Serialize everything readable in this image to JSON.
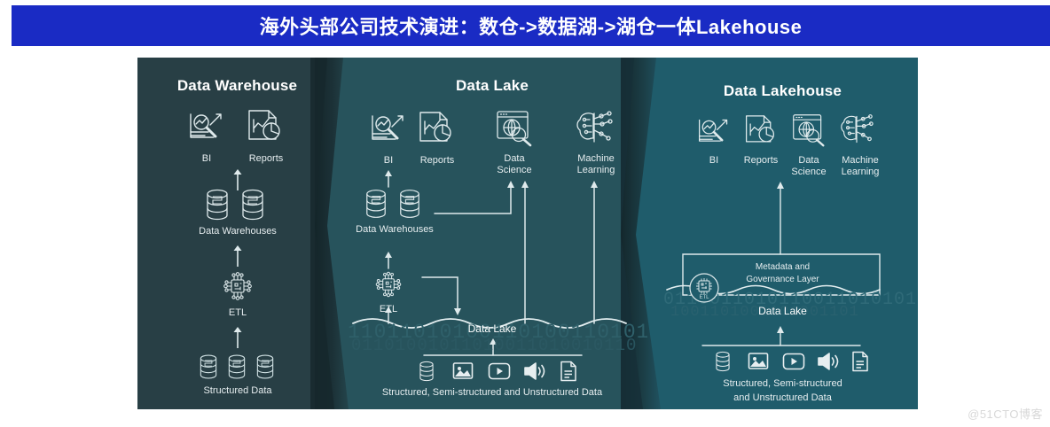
{
  "header": {
    "title": "海外头部公司技术演进：数仓->数据湖->湖仓一体Lakehouse",
    "bar_color": "#1a2bc4"
  },
  "figure": {
    "background_colors": {
      "panel_warehouse": "#273f45",
      "panel_lake": "#27535c",
      "panel_lakehouse": "#1f5c6b",
      "divider_dark": "#1d3238",
      "stroke": "#dfeaec"
    },
    "panels": [
      {
        "id": "data-warehouse",
        "title": "Data Warehouse",
        "nodes": [
          {
            "id": "bi",
            "label": "BI",
            "icon": "bi-chart-magnifier-icon"
          },
          {
            "id": "reports",
            "label": "Reports",
            "icon": "report-document-icon"
          },
          {
            "id": "data-warehouses",
            "label": "Data Warehouses",
            "icon": "database-cylinder-icon",
            "count": 2
          },
          {
            "id": "etl",
            "label": "ETL",
            "icon": "etl-chip-icon"
          },
          {
            "id": "structured-data",
            "label": "Structured Data",
            "icon": "database-cylinder-icon",
            "count": 3
          }
        ]
      },
      {
        "id": "data-lake",
        "title": "Data Lake",
        "nodes": [
          {
            "id": "bi",
            "label": "BI",
            "icon": "bi-chart-magnifier-icon"
          },
          {
            "id": "reports",
            "label": "Reports",
            "icon": "report-document-icon"
          },
          {
            "id": "data-science",
            "label": "Data\nScience",
            "icon": "data-science-globe-icon"
          },
          {
            "id": "machine-learning",
            "label": "Machine\nLearning",
            "icon": "machine-learning-brain-icon"
          },
          {
            "id": "data-warehouses",
            "label": "Data Warehouses",
            "icon": "database-cylinder-icon",
            "count": 2
          },
          {
            "id": "etl",
            "label": "ETL",
            "icon": "etl-chip-icon"
          },
          {
            "id": "lake",
            "label": "Data Lake",
            "icon": "wave-binary-icon"
          },
          {
            "id": "sources",
            "label": "Structured, Semi-structured and Unstructured Data",
            "icons": [
              "database-cylinder-icon",
              "image-icon",
              "video-icon",
              "audio-icon",
              "document-icon"
            ]
          }
        ],
        "binary_strip": "1101101010011010011010101001 0"
      },
      {
        "id": "data-lakehouse",
        "title": "Data Lakehouse",
        "nodes": [
          {
            "id": "bi",
            "label": "BI",
            "icon": "bi-chart-magnifier-icon"
          },
          {
            "id": "reports",
            "label": "Reports",
            "icon": "report-document-icon"
          },
          {
            "id": "data-science",
            "label": "Data\nScience",
            "icon": "data-science-globe-icon"
          },
          {
            "id": "machine-learning",
            "label": "Machine\nLearning",
            "icon": "machine-learning-brain-icon"
          },
          {
            "id": "metadata-layer",
            "label": "Metadata and\nGovernance Layer"
          },
          {
            "id": "etl-badge",
            "label": "ETL",
            "icon": "etl-chip-icon"
          },
          {
            "id": "lake",
            "label": "Data Lake",
            "icon": "wave-binary-icon"
          },
          {
            "id": "sources",
            "label": "Structured, Semi-structured\nand Unstructured Data",
            "icons": [
              "database-cylinder-icon",
              "image-icon",
              "video-icon",
              "audio-icon",
              "document-icon"
            ]
          }
        ],
        "binary_strip": "01 100110101100110101010"
      }
    ]
  },
  "watermark": {
    "text": "@51CTO博客"
  }
}
